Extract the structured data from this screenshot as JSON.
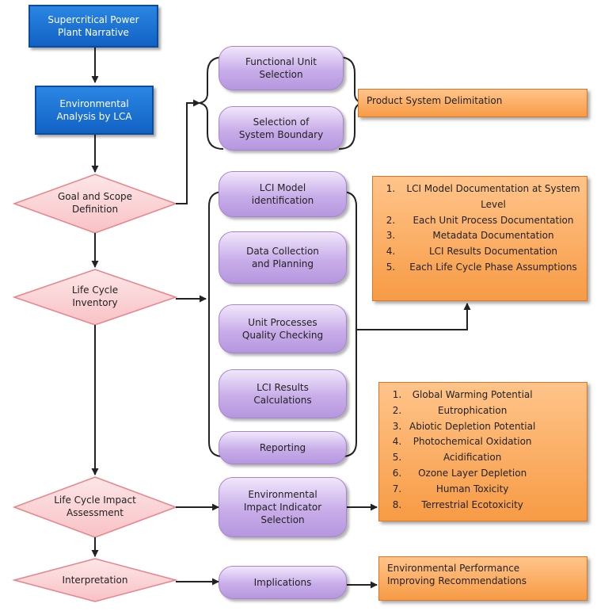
{
  "nodes": {
    "narrative": "Supercritical Power\nPlant Narrative",
    "env_analysis": "Environmental\nAnalysis by LCA",
    "goal_scope": "Goal and Scope\nDefinition",
    "lci": "Life Cycle\nInventory",
    "lcia": "Life Cycle Impact\nAssessment",
    "interpretation": "Interpretation",
    "functional_unit": "Functional Unit\nSelection",
    "system_boundary": "Selection of\nSystem Boundary",
    "lci_model": "LCI Model\nidentification",
    "data_collection": "Data Collection\nand Planning",
    "unit_quality": "Unit Processes\nQuality Checking",
    "lci_results": "LCI Results\nCalculations",
    "reporting": "Reporting",
    "env_indicator": "Environmental\nImpact Indicator\nSelection",
    "implications": "Implications",
    "product_system": "Product System Delimitation",
    "env_performance": "Environmental Performance\nImproving Recommendations"
  },
  "documentation_list": [
    "LCI Model Documentation  at System Level",
    "Each Unit Process Documentation",
    "Metadata Documentation",
    "LCI Results Documentation",
    "Each Life Cycle Phase Assumptions"
  ],
  "impact_list": [
    "Global Warming Potential",
    "Eutrophication",
    "Abiotic Depletion Potential",
    "Photochemical Oxidation",
    "Acidification",
    "Ozone Layer Depletion",
    "Human Toxicity",
    "Terrestrial Ecotoxicity"
  ],
  "colors": {
    "blue": "#1a6fd4",
    "purple": "#c8ade9",
    "orange": "#f9a65a",
    "diamond_fill": "#fcd6d8",
    "diamond_stroke": "#e8838a",
    "line": "#222222"
  }
}
